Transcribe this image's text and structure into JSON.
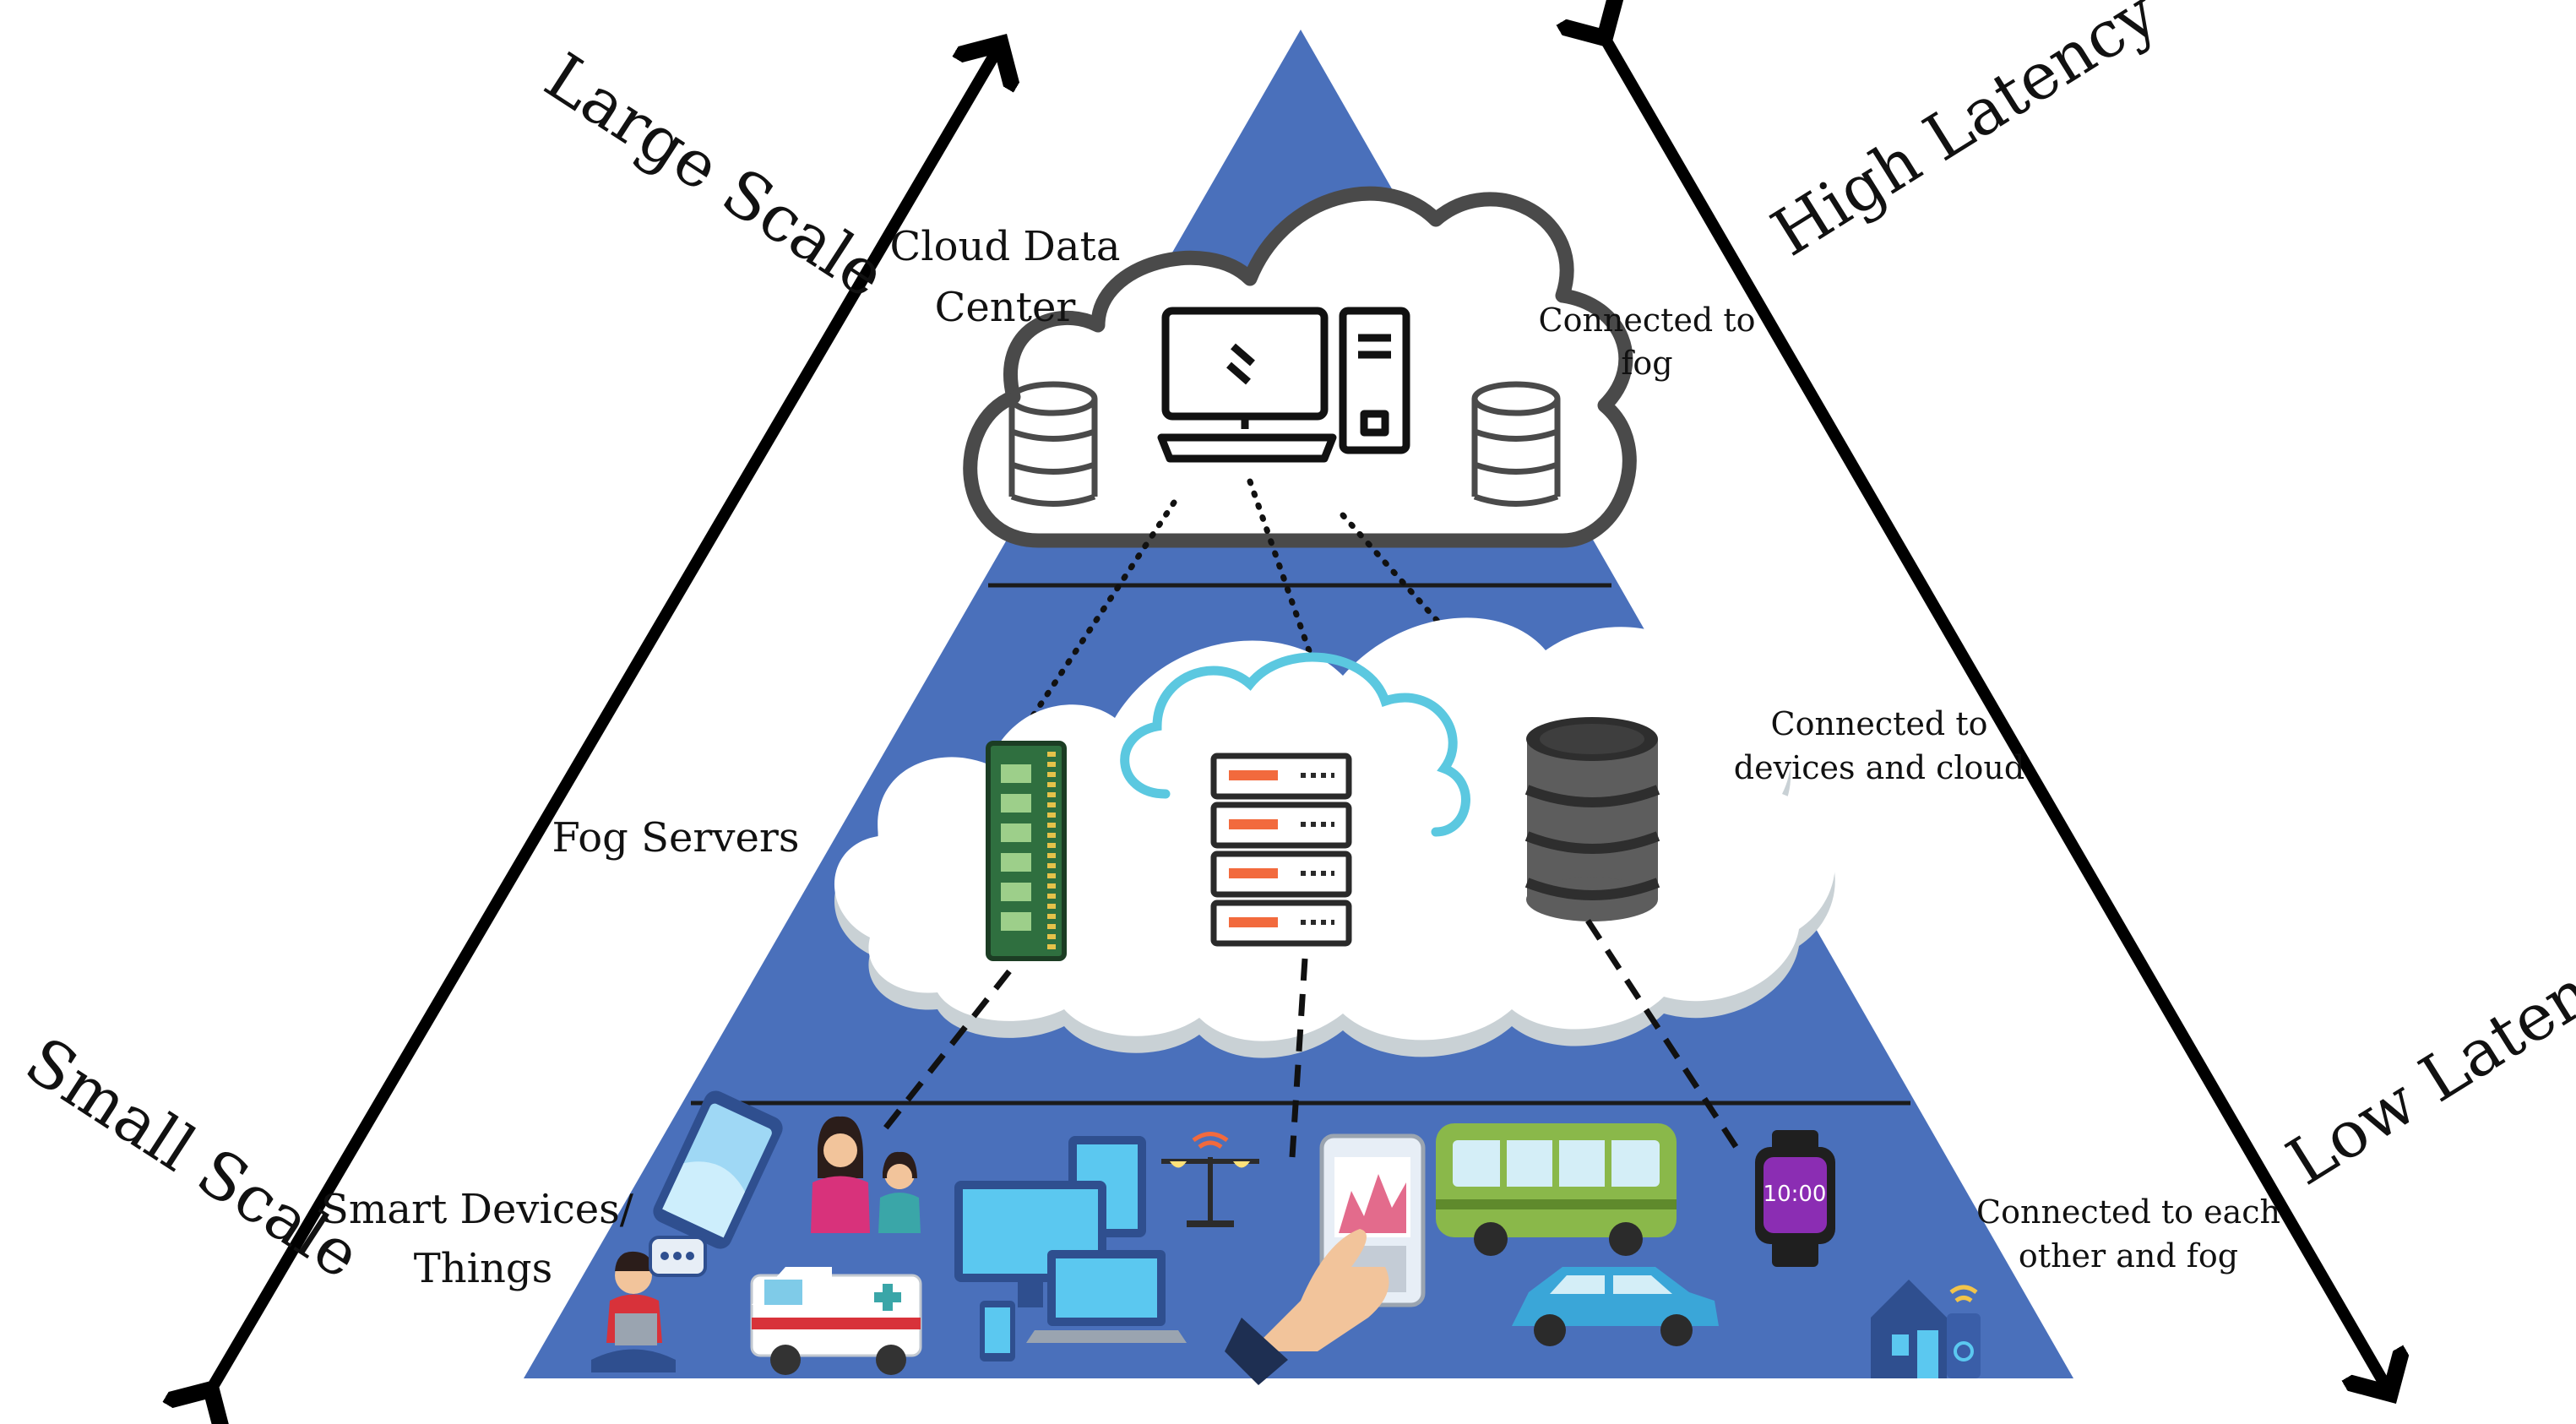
{
  "scale_axis": {
    "top_label": "Large Scale",
    "bottom_label": "Small Scale"
  },
  "latency_axis": {
    "top_label": "High Latency",
    "bottom_label": "Low Latency"
  },
  "layers": {
    "cloud": {
      "title_line1": "Cloud Data",
      "title_line2": "Center",
      "note_line1": "Connected to",
      "note_line2": "fog"
    },
    "fog": {
      "title": "Fog Servers",
      "note_line1": "Connected to",
      "note_line2": "devices and cloud"
    },
    "devices": {
      "title_line1": "Smart Devices/",
      "title_line2": "Things",
      "note_line1": "Connected to each",
      "note_line2": "other and fog"
    }
  },
  "watch_time": "10:00",
  "colors": {
    "pyramid": "#4a70bb",
    "cloud_outline": "#4a4a4a",
    "fog_cloud_fill": "#ffffff",
    "fog_cloud_shadow": "#c9d1d5",
    "server_cloud": "#5bc8e0",
    "server_accent": "#f26a3d",
    "bus": "#8ab84a",
    "car": "#3aa6d8",
    "watch_face": "#8b2db3"
  }
}
